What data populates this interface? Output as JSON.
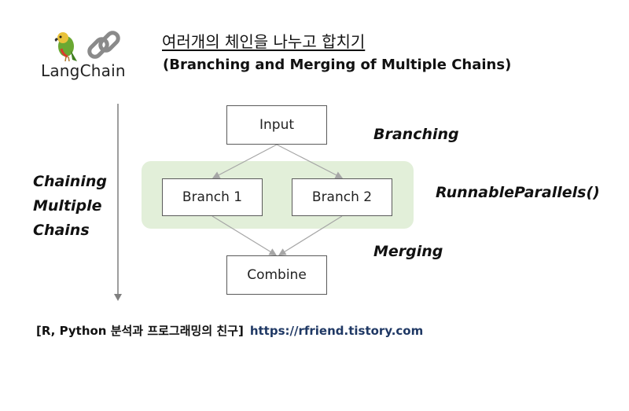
{
  "logo": {
    "text": "LangChain",
    "icons": [
      "parrot-icon",
      "chain-link-icon"
    ]
  },
  "header": {
    "title_ko": "여러개의 체인을 나누고 합치기",
    "title_en": "(Branching and Merging of Multiple Chains)"
  },
  "side_label": {
    "lines": [
      "Chaining",
      "Multiple",
      "Chains"
    ]
  },
  "diagram": {
    "nodes": {
      "input": "Input",
      "branch1": "Branch 1",
      "branch2": "Branch 2",
      "combine": "Combine"
    },
    "annotations": {
      "branching": "Branching",
      "runnable_parallels": "RunnableParallels()",
      "merging": "Merging"
    },
    "colors": {
      "parallel_region": "#e2efd9",
      "node_border": "#5a5a5a",
      "connector": "#a6a6a6"
    }
  },
  "footer": {
    "text": "[R, Python 분석과 프로그래밍의 친구]",
    "url": "https://rfriend.tistory.com",
    "url_color": "#1f3864"
  }
}
